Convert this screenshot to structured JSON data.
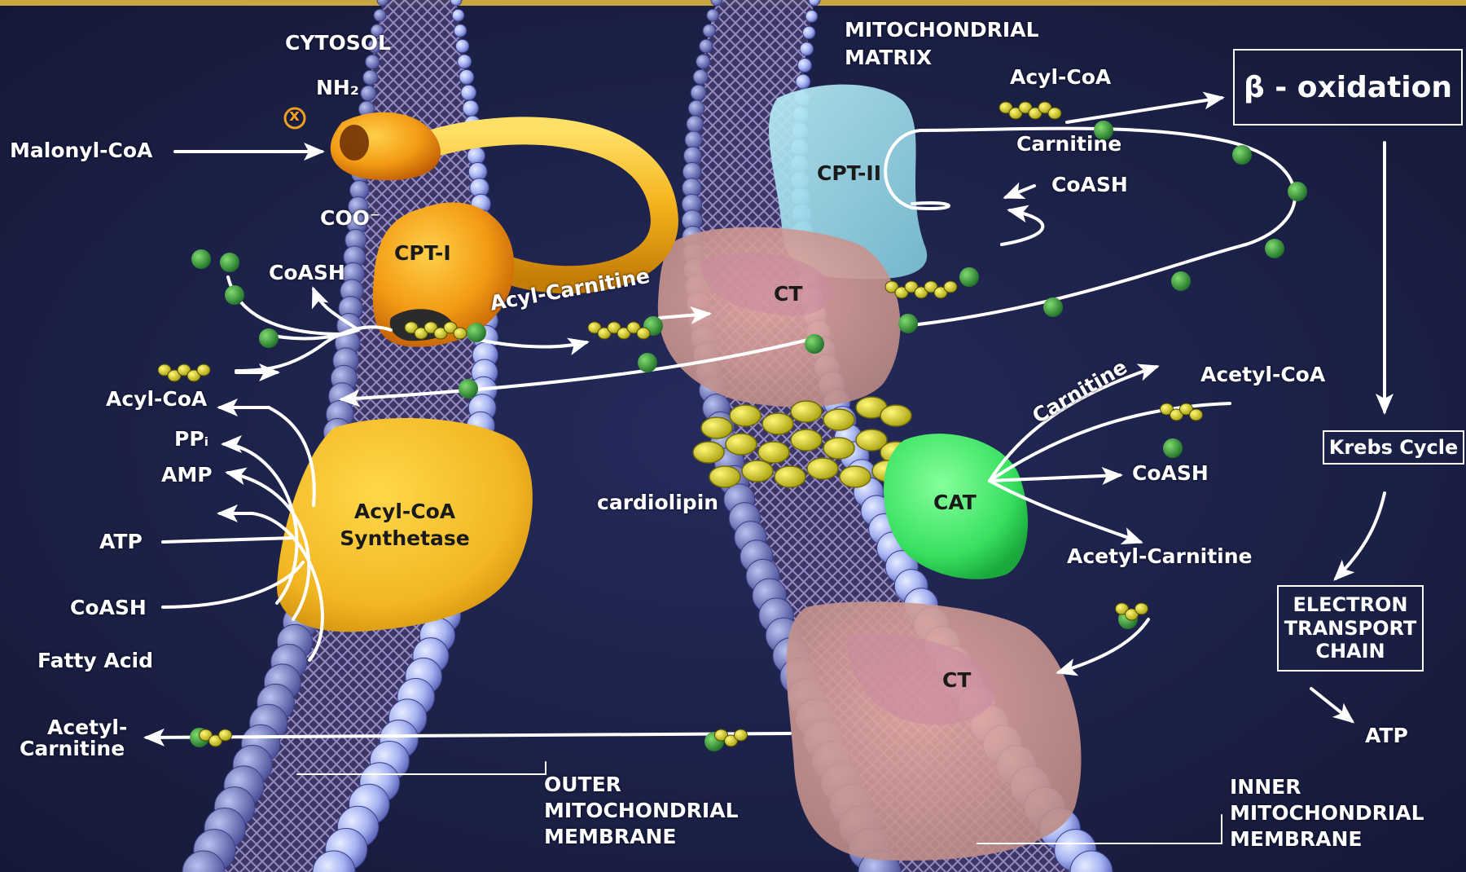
{
  "labels": {
    "cytosol": "CYTOSOL",
    "matrix_1": "MITOCHONDRIAL",
    "matrix_2": "MATRIX",
    "nh2": "NH₂",
    "coo": "COO⁻",
    "inhibit": "x",
    "malonyl_coa": "Malonyl-CoA",
    "cpt1": "CPT-I",
    "cpt2": "CPT-II",
    "coash_left": "CoASH",
    "acyl_carnitine_mid": "Acyl-Carnitine",
    "acyl_coa_left": "Acyl-CoA",
    "ppi": "PPᵢ",
    "amp": "AMP",
    "atp_left": "ATP",
    "coash_left2": "CoASH",
    "fatty_acid": "Fatty Acid",
    "acyl_coa_synthetase_1": "Acyl-CoA",
    "acyl_coa_synthetase_2": "Synthetase",
    "cardiolipin": "cardiolipin",
    "ct_top": "CT",
    "ct_bottom": "CT",
    "cat": "CAT",
    "acyl_coa_top": "Acyl-CoA",
    "carnitine_top": "Carnitine",
    "coash_top": "CoASH",
    "carnitine_right": "Carnitine",
    "acetyl_coa_right": "Acetyl-CoA",
    "coash_right": "CoASH",
    "acetyl_carnitine_right": "Acetyl-Carnitine",
    "acetyl_carnitine_left_1": "Acetyl-",
    "acetyl_carnitine_left_2": "Carnitine",
    "outer_membrane_1": "OUTER",
    "outer_membrane_2": "MITOCHONDRIAL",
    "outer_membrane_3": "MEMBRANE",
    "inner_membrane_1": "INNER",
    "inner_membrane_2": "MITOCHONDRIAL",
    "inner_membrane_3": "MEMBRANE",
    "beta_oxidation": "β - oxidation",
    "krebs_cycle": "Krebs Cycle",
    "etc_1": "ELECTRON",
    "etc_2": "TRANSPORT",
    "etc_3": "CHAIN",
    "atp_right": "ATP"
  },
  "colors": {
    "background": "#1b2046",
    "membrane_bead": "#a7b4f2",
    "membrane_tail": "#6a5c8f",
    "cpt1": "#f39a14",
    "synthetase": "#f2b623",
    "cpt2": "#8fd3e4",
    "ct": "#d99a94",
    "cat": "#38e060",
    "carnitine": "#2f9a38",
    "acyl_chain": "#e6e22a",
    "cardiolipin": "#d6d11f",
    "arrow": "#ffffff",
    "top_bar": "#c9a640"
  }
}
